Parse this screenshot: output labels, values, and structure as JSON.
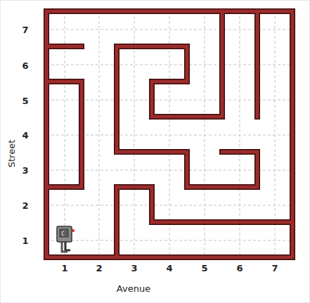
{
  "diagram": {
    "labels": [
      "7",
      "6",
      "5",
      "4",
      "3",
      "2",
      "1",
      "Street",
      "1",
      "2",
      "3",
      "4",
      "5",
      "6",
      "7",
      "Avenue"
    ]
  }
}
